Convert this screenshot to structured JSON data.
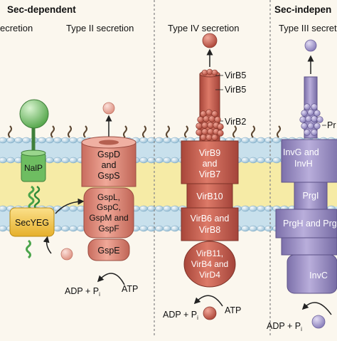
{
  "headers": {
    "sec_dependent": "Sec-dependent",
    "sec_independent": "Sec-indepen"
  },
  "systems": {
    "t5": "ecretion",
    "t2": "Type II secretion",
    "t4": "Type IV secretion",
    "t3": "Type III secretion"
  },
  "t5": {
    "nalp": "NalP",
    "secyeg": "SecYEG"
  },
  "t2": {
    "gspd_1": "GspD",
    "gspd_2": "and",
    "gspd_3": "GspS",
    "gspl_1": "GspL,",
    "gspl_2": "GspC,",
    "gspl_3": "GspM and",
    "gspl_4": "GspF",
    "gspe": "GspE",
    "adp": "ADP + P",
    "adp_sub": "i",
    "atp": "ATP"
  },
  "t4": {
    "virb5_a": "VirB5",
    "virb5_b": "VirB5",
    "virb2": "VirB2",
    "virb9_1": "VirB9",
    "virb9_2": "and",
    "virb9_3": "VirB7",
    "virb10": "VirB10",
    "virb6_1": "VirB6 and",
    "virb6_2": "VirB8",
    "virb11_1": "VirB11,",
    "virb11_2": "VirB4 and",
    "virb11_3": "VirD4",
    "adp": "ADP + P",
    "adp_sub": "i",
    "atp": "ATP"
  },
  "t3": {
    "pr": "Pr",
    "invg_1": "InvG and",
    "invg_2": "InvH",
    "prgi": "PrgI",
    "prgh": "PrgH and Prg",
    "invc": "InvC",
    "adp": "ADP + P",
    "adp_sub": "i"
  },
  "colors": {
    "background": "#fbf7ee",
    "membrane_blue": "#a9cde0",
    "membrane_band": "#f6eba6",
    "type2_salmon": "#e49384",
    "type4_red": "#c95a4a",
    "type3_purple": "#9a8ec2",
    "nalp_green": "#8dcc82",
    "secyeg_yellow": "#f2c94c",
    "divider": "#9a9a9a"
  }
}
